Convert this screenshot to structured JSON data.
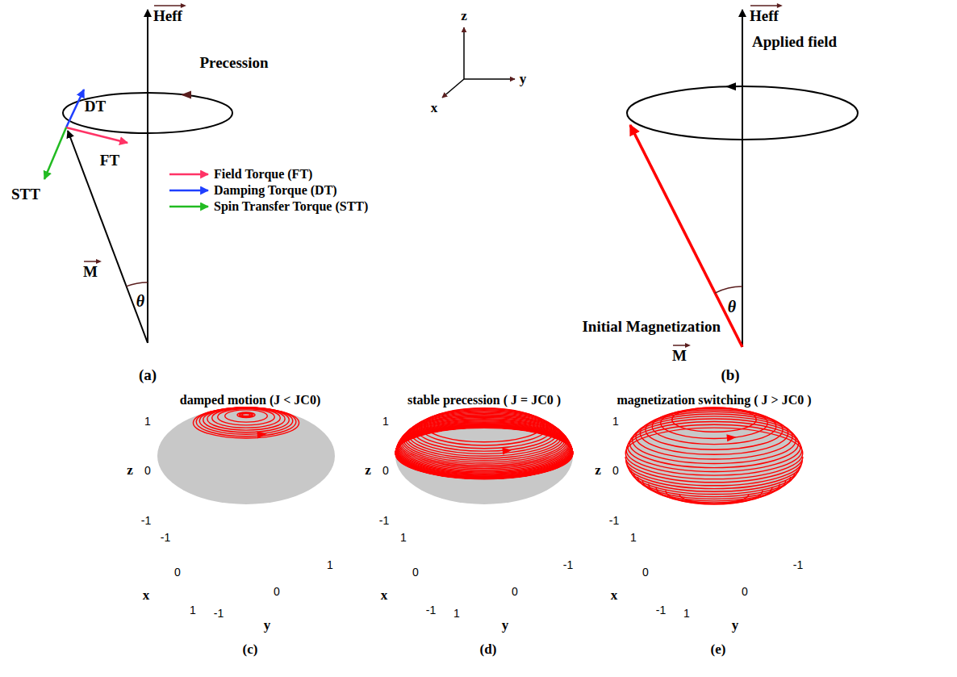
{
  "diagram": {
    "labels": [
      "Heff",
      "Precession",
      "DT",
      "FT",
      "STT",
      "M",
      "θ",
      "(a)",
      "z",
      "y",
      "x",
      "Heff",
      "Applied field",
      "Initial Magnetization",
      "M",
      "θ",
      "(b)",
      "damped motion (J < JC0)",
      "stable precession ( J = JC0 )",
      "magnetization switching ( J > JC0 )",
      "1",
      "0",
      "-1",
      "z",
      "-1",
      "0",
      "1",
      "x",
      "-1",
      "0",
      "1",
      "y",
      "(c)",
      "1",
      "0",
      "-1",
      "z",
      "1",
      "0",
      "-1",
      "x",
      "1",
      "0",
      "-1",
      "y",
      "(d)",
      "1",
      "0",
      "-1",
      "z",
      "1",
      "0",
      "-1",
      "x",
      "1",
      "0",
      "-1",
      "y",
      "(e)"
    ],
    "legend": [
      {
        "text": "Field Torque (FT)"
      },
      {
        "text": "Damping Torque (DT)"
      },
      {
        "text": "Spin Transfer Torque (STT)"
      }
    ]
  }
}
